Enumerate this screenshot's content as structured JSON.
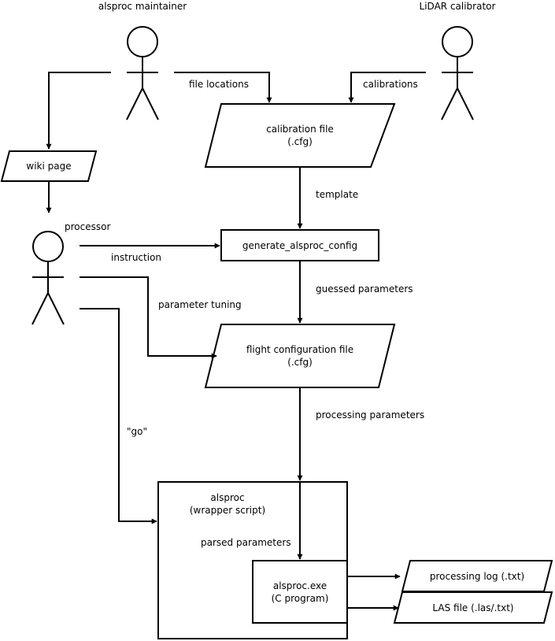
{
  "actors": {
    "maintainer": "alsproc maintainer",
    "calibrator": "LiDAR calibrator",
    "processor": "processor"
  },
  "nodes": {
    "calibration_file": [
      "calibration file",
      "(.cfg)"
    ],
    "wiki_page": "wiki page",
    "generate_config": "generate_alsproc_config",
    "flight_config_file": [
      "flight configuration file",
      "(.cfg)"
    ],
    "alsproc": [
      "alsproc",
      "(wrapper script)"
    ],
    "alsproc_exe": [
      "alsproc.exe",
      "(C program)"
    ],
    "processing_log": "processing log (.txt)",
    "las_file": "LAS file (.las/.txt)"
  },
  "edges": {
    "file_locations": "file locations",
    "calibrations": "calibrations",
    "template": "template",
    "instruction": "instruction",
    "guessed_parameters": "guessed parameters",
    "parameter_tuning": "parameter tuning",
    "processing_parameters": "processing parameters",
    "go": "\"go\"",
    "parsed_parameters": "parsed parameters"
  }
}
